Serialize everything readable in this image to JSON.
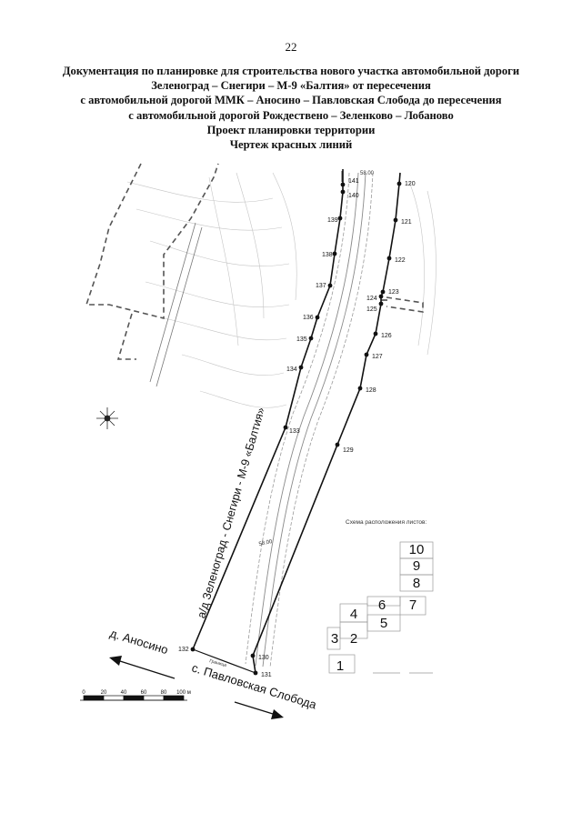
{
  "page_number": "22",
  "header": {
    "lines": [
      "Документация по планировке для строительства нового участка автомобильной дороги",
      "Зеленоград – Снегири – М-9 «Балтия» от пересечения",
      "с автомобильной дорогой ММК – Аносино – Павловская Слобода до пересечения",
      "с автомобильной дорогой Рождествено – Зеленково – Лобаново",
      "Проект планировки территории",
      "Чертеж красных линий"
    ]
  },
  "map": {
    "road_label": "а/д Зеленоград - Снегири - М-9 «Балтия»",
    "direction_left": "д. Аносино",
    "direction_right": "с. Павловская Слобода",
    "width_label_top": "58.00",
    "width_label_mid": "58.00",
    "boundary_label": "Граница",
    "points_left": [
      "141",
      "140",
      "139",
      "138",
      "137",
      "136",
      "135",
      "134",
      "133",
      "132"
    ],
    "points_right": [
      "120",
      "121",
      "122",
      "123",
      "124",
      "125",
      "126",
      "127",
      "128",
      "129",
      "130",
      "131"
    ],
    "scale": {
      "ticks": [
        "0",
        "20",
        "40",
        "60",
        "80",
        "100 м"
      ]
    },
    "sheet_scheme": {
      "title": "Схема расположения листов:",
      "sheets": [
        "10",
        "9",
        "8",
        "7",
        "6",
        "5",
        "4",
        "3",
        "2",
        "1"
      ]
    }
  },
  "colors": {
    "line": "#111111",
    "grey": "#9a9a9a",
    "light": "#c4c4c4"
  }
}
